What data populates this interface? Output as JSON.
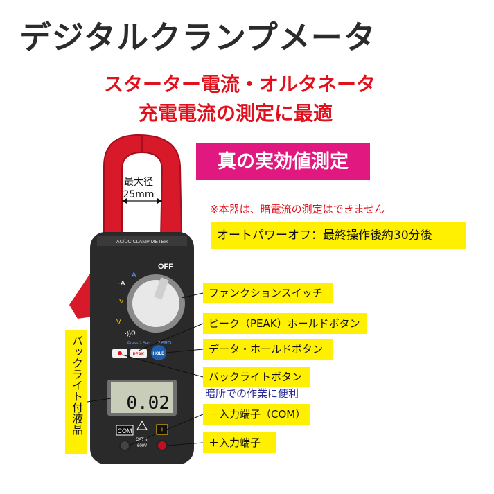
{
  "title": "デジタルクランプメータ",
  "subtitle_line1": "スターター電流・オルタネータ",
  "subtitle_line2": "充電電流の測定に最適",
  "badge": "真の実効値測定",
  "note": "※本器は、暗電流の測定はできません",
  "auto_power_off": "オートパワーオフ：最終操作後約30分後",
  "jaw_diameter": {
    "line1": "最大径",
    "line2": "25mm"
  },
  "callouts": {
    "function_switch": "ファンクションスイッチ",
    "peak_hold": "ピーク（PEAK）ホールドボタン",
    "data_hold": "データ・ホールドボタン",
    "backlight": "バックライトボタン",
    "backlight_desc": "暗所での作業に便利",
    "com_input": "－入力端子（COM）",
    "plus_input": "＋入力端子"
  },
  "vertical_label": "バックライト付液晶",
  "meter": {
    "model_label": "AC/DC CLAMP METER",
    "off_label": "OFF",
    "display_value": "0.02",
    "peak_label": "PEAK",
    "hold_label": "HOLD",
    "zero_label": "ZERO",
    "press_label": "Press 2 Sec",
    "com_label": "COM",
    "plus_label": "+",
    "cat_label": "CAT III",
    "voltage_label": "600V",
    "range_labels": [
      "A",
      "~A",
      "~V",
      "V",
      "·))Ω"
    ]
  },
  "colors": {
    "title": "#2b2b2b",
    "accent_red": "#e0101c",
    "badge_pink": "#e0187f",
    "label_yellow": "#ffef00",
    "clamp_red": "#d8192a",
    "meter_body": "#2a2a2a"
  }
}
